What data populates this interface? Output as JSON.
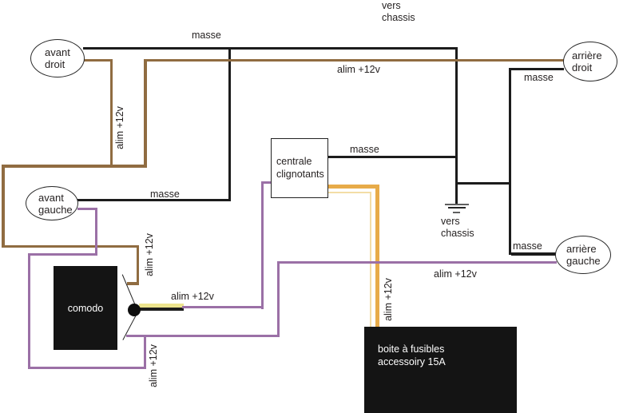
{
  "ellipses": {
    "avant_droit": {
      "line1": "avant",
      "line2": "droit"
    },
    "avant_gauche": {
      "line1": "avant",
      "line2": "gauche"
    },
    "arriere_droit": {
      "line1": "arrière",
      "line2": "droit"
    },
    "arriere_gauche": {
      "line1": "arrière",
      "line2": "gauche"
    }
  },
  "boxes": {
    "comodo": {
      "label": "comodo"
    },
    "centrale_clignotants": {
      "line1": "centrale",
      "line2": "clignotants"
    },
    "boite_fusibles": {
      "line1": "boite à fusibles",
      "line2": "accessoiry 15A"
    }
  },
  "wire_labels": {
    "masse": "masse",
    "alim_12v": "alim +12v",
    "vers": "vers",
    "chassis": "chassis"
  },
  "colors": {
    "wire_black": "#1c1c1c",
    "wire_brown": "#906c41",
    "wire_purple": "#9b70a6",
    "wire_yellow": "#e7ab49",
    "wire_pale_yellow": "#f3dda6",
    "wire_khaki": "#ece48e"
  }
}
